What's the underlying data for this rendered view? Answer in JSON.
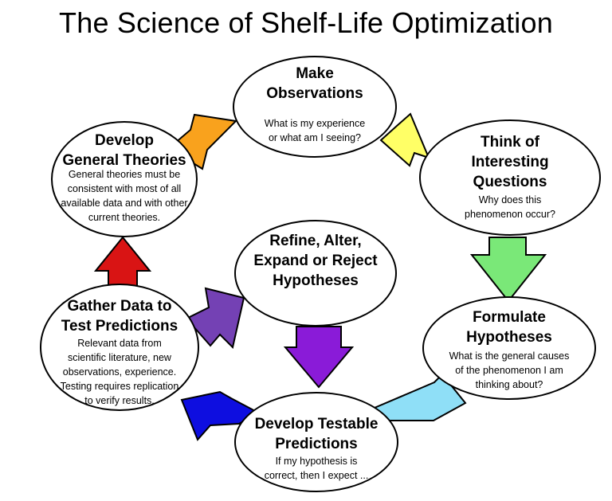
{
  "title": "The Science of Shelf-Life Optimization",
  "colors": {
    "outline": "#000000",
    "arrow_orange": "#F9A21D",
    "arrow_yellow": "#FFFF66",
    "arrow_green": "#7AE878",
    "arrow_cyan": "#8FDFF7",
    "arrow_blue": "#0E0EE0",
    "arrow_violet": "#8A1BD8",
    "arrow_purple": "#7441B4",
    "arrow_red": "#D91414"
  },
  "nodes": {
    "make_observations": {
      "title": "Make\nObservations",
      "description": "What is my experience\nor what am I seeing?"
    },
    "think_questions": {
      "title": "Think of\nInteresting\nQuestions",
      "description": "Why does this\nphenomenon occur?"
    },
    "formulate_hypotheses": {
      "title": "Formulate\nHypotheses",
      "description": "What is the general causes\nof the phenomenon I am\nthinking about?"
    },
    "develop_predictions": {
      "title": "Develop Testable\nPredictions",
      "description": "If my hypothesis is\ncorrect, then I expect ..."
    },
    "gather_data": {
      "title": "Gather Data to\nTest Predictions",
      "description": "Relevant data from\nscientific literature, new\nobservations, experience.\nTesting requires replication\nto verify results."
    },
    "develop_theories": {
      "title": "Develop\nGeneral Theories",
      "description": "General theories must be\nconsistent with most of all\navailable data and with other\ncurrent theories."
    },
    "refine_hypotheses": {
      "title": "Refine, Alter,\nExpand or Reject\nHypotheses",
      "description": ""
    }
  }
}
